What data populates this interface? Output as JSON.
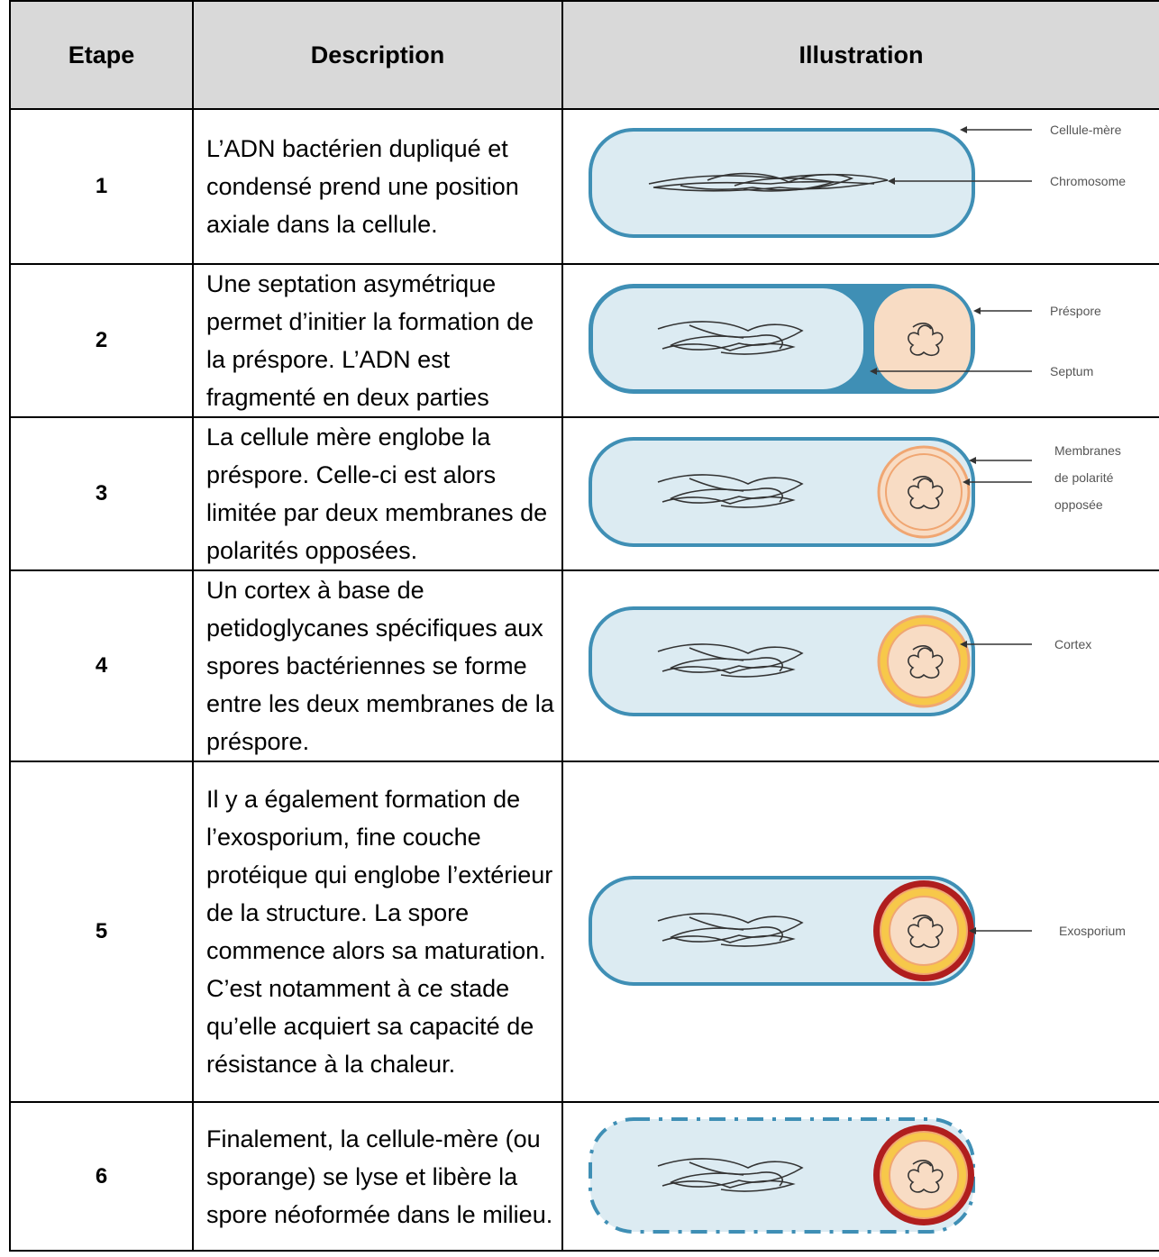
{
  "header": {
    "step": "Etape",
    "description": "Description",
    "illustration": "Illustration"
  },
  "rows": [
    {
      "step": "1",
      "description": "L’ADN bactérien dupliqué et condensé prend une position axiale dans la cellule.",
      "labels": [
        "Cellule-mère",
        "Chromosome"
      ]
    },
    {
      "step": "2",
      "description": "Une septation asymétrique permet d’initier la formation de la préspore. L’ADN est fragmenté en deux parties",
      "labels": [
        "Préspore",
        "Septum"
      ]
    },
    {
      "step": "3",
      "description": "La cellule mère englobe la préspore. Celle-ci est alors limitée par deux membranes de polarités opposées.",
      "labels": [
        "Membranes",
        "de polarité",
        "opposée"
      ]
    },
    {
      "step": "4",
      "description": "Un cortex à base de petidoglycanes spécifiques aux spores bactériennes se forme entre les deux membranes de la préspore.",
      "labels": [
        "Cortex"
      ]
    },
    {
      "step": "5",
      "description": "Il y a également formation de l’exosporium, fine couche protéique qui englobe l’extérieur de la structure. La spore commence alors sa maturation. C’est notamment à ce stade qu’elle acquiert sa capacité de résistance à la chaleur.",
      "labels": [
        "Exosporium"
      ]
    },
    {
      "step": "6",
      "description": "Finalement, la cellule-mère (ou sporange) se lyse et libère la spore néoformée dans le milieu.",
      "labels": []
    }
  ],
  "colors": {
    "cytoplasm": "#dcebf2",
    "membrane": "#3f8fb5",
    "prespore": "#f8dcc4",
    "cortex": "#f7c84a",
    "exosporium": "#b01e1e",
    "dna": "#333333"
  }
}
